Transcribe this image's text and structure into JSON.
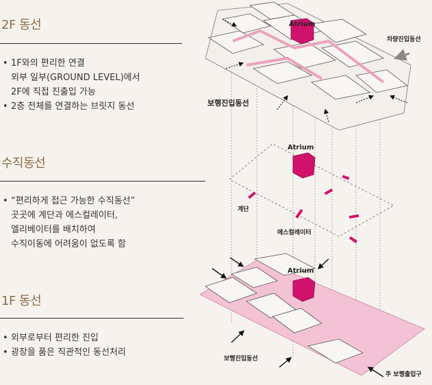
{
  "left": {
    "section1": {
      "title": "2F 동선",
      "bullets": [
        "1F와의 편리한 연결",
        "외부 일부(GROUND LEVEL)에서",
        "2F에 직접 진출입 가능",
        "2층 전체를 연결하는 브릿지 동선"
      ]
    },
    "section2": {
      "title": "수직동선",
      "bullets": [
        "“편리하게 접근 가능한 수직동선”",
        "곳곳에 계단과 에스컬레이터,",
        "엘리베이터를 배치하여",
        "수직이동에 어려움이 없도록 함"
      ]
    },
    "section3": {
      "title": "1F 동선",
      "bullets": [
        "외부로부터 편리한 진입",
        "광장을 품은 직관적인 동선처리"
      ]
    }
  },
  "diagram": {
    "atrium_top": "Atrium",
    "vehicle_entry": "차량진입동선",
    "pedestrian_entry_2f": "보행진입동선",
    "atrium_mid": "Atrium",
    "stairs": "계단",
    "escalator": "에스컬레이터",
    "atrium_bottom": "Atrium",
    "pedestrian_entry_1f": "보행진입동선",
    "main_entrance": "주 보행출입구"
  },
  "colors": {
    "heading": "#8a6c45",
    "magenta": "#d1126d",
    "pink_path": "#f1b7cd",
    "pink_ground": "#f3c3d5"
  }
}
